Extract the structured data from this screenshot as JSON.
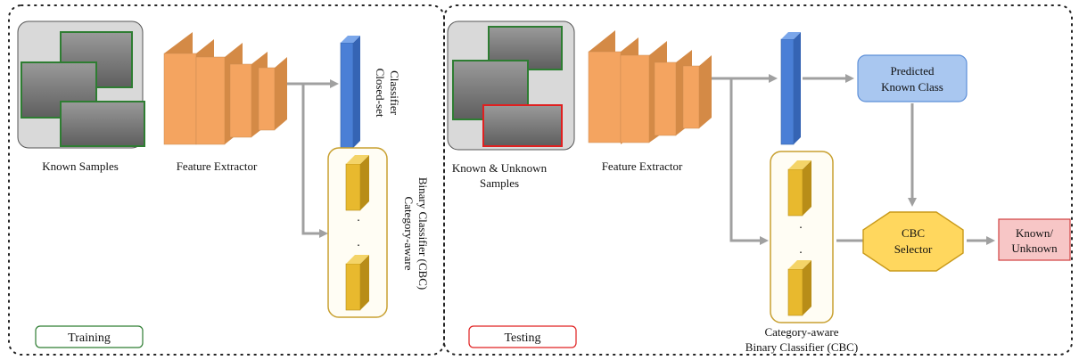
{
  "training": {
    "label": "Training",
    "samples_label": "Known Samples",
    "extractor_label": "Feature Extractor",
    "closed_set_line1": "Closed-set",
    "closed_set_line2": "Classifier",
    "cbc_line1": "Category-aware",
    "cbc_line2": "Binary Classifier (CBC)",
    "dots": "."
  },
  "testing": {
    "label": "Testing",
    "samples_line1": "Known & Unknown",
    "samples_line2": "Samples",
    "extractor_label": "Feature Extractor",
    "predicted_line1": "Predicted",
    "predicted_line2": "Known Class",
    "selector_line1": "CBC",
    "selector_line2": "Selector",
    "result_line1": "Known/",
    "result_line2": "Unknown",
    "cbc_line1": "Category-aware",
    "cbc_line2": "Binary Classifier (CBC)",
    "dots": "."
  },
  "colors": {
    "known_border": "#2e7d32",
    "unknown_border": "#e02020",
    "extractor_orange": "#f4a460",
    "classifier_blue": "#4a7fd6",
    "cbc_yellow": "#e8b92e",
    "cbc_frame": "#c8a030",
    "predicted_fill": "#a9c7f0",
    "selector_fill": "#ffd75e",
    "result_fill": "#f7c6c6",
    "arrow_gray": "#a0a0a0"
  }
}
